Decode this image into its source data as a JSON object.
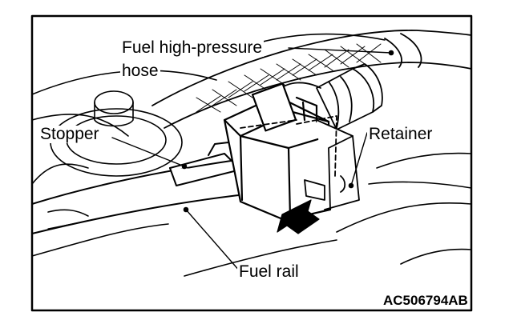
{
  "figure": {
    "code": "AC506794AB",
    "colors": {
      "ink": "#000000",
      "paper": "#ffffff"
    }
  },
  "labels": {
    "fuel_hose_line1": "Fuel high-pressure",
    "fuel_hose_line2": "hose",
    "stopper": "Stopper",
    "retainer": "Retainer",
    "fuel_rail": "Fuel rail"
  }
}
